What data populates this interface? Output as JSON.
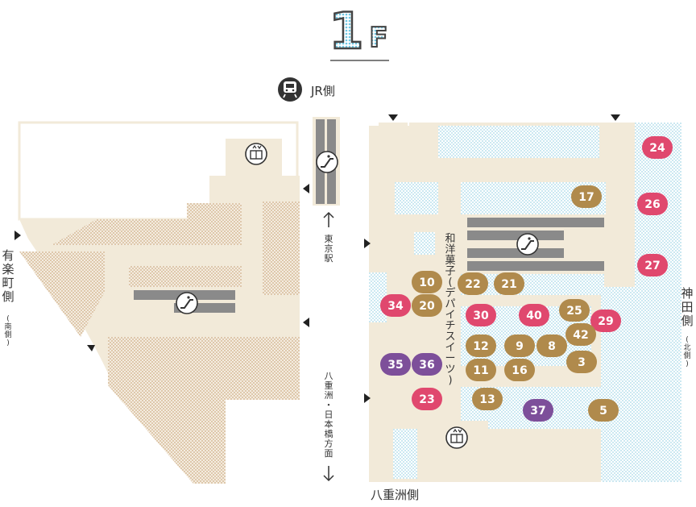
{
  "floor": {
    "number": "1",
    "letter": "F"
  },
  "labels": {
    "jr_side": "JR側",
    "tokyo_station": "東京駅",
    "direction_yaesu_nihonbashi": "八重洲・日本橋方面",
    "yurakucho_side": "有楽町側",
    "yurakucho_sub": "(南側)",
    "kanda_side": "神田側",
    "kanda_sub": "(北側)",
    "yaesu_side": "八重洲側",
    "wayogashi_zone": "和洋菓子(デパイチスイーツ)"
  },
  "icons": {
    "train": "train-icon",
    "escalator": "escalator-icon",
    "elevator": "elevator-icon",
    "arrow_up": "arrow-up-icon",
    "arrow_down": "arrow-down-icon",
    "entrance": "entrance-marker-icon"
  },
  "colors": {
    "pink": "#e0486e",
    "brown": "#b08a4c",
    "purple": "#7d4f9a",
    "floor_base": "#f2ead9",
    "dots_blue": "#bfe3ef",
    "dots_brown": "#ddc4a0",
    "corridor": "#8a8a8a"
  },
  "shops": [
    {
      "id": "24",
      "category": "pink"
    },
    {
      "id": "26",
      "category": "pink"
    },
    {
      "id": "27",
      "category": "pink"
    },
    {
      "id": "17",
      "category": "brown"
    },
    {
      "id": "10",
      "category": "brown"
    },
    {
      "id": "22",
      "category": "brown"
    },
    {
      "id": "21",
      "category": "brown"
    },
    {
      "id": "34",
      "category": "pink"
    },
    {
      "id": "20",
      "category": "brown"
    },
    {
      "id": "30",
      "category": "pink"
    },
    {
      "id": "40",
      "category": "pink"
    },
    {
      "id": "25",
      "category": "brown"
    },
    {
      "id": "29",
      "category": "pink"
    },
    {
      "id": "42",
      "category": "brown"
    },
    {
      "id": "12",
      "category": "brown"
    },
    {
      "id": "9",
      "category": "brown"
    },
    {
      "id": "8",
      "category": "brown"
    },
    {
      "id": "35",
      "category": "purple"
    },
    {
      "id": "36",
      "category": "purple"
    },
    {
      "id": "11",
      "category": "brown"
    },
    {
      "id": "16",
      "category": "brown"
    },
    {
      "id": "3",
      "category": "brown"
    },
    {
      "id": "23",
      "category": "pink"
    },
    {
      "id": "13",
      "category": "brown"
    },
    {
      "id": "37",
      "category": "purple"
    },
    {
      "id": "5",
      "category": "brown"
    }
  ]
}
